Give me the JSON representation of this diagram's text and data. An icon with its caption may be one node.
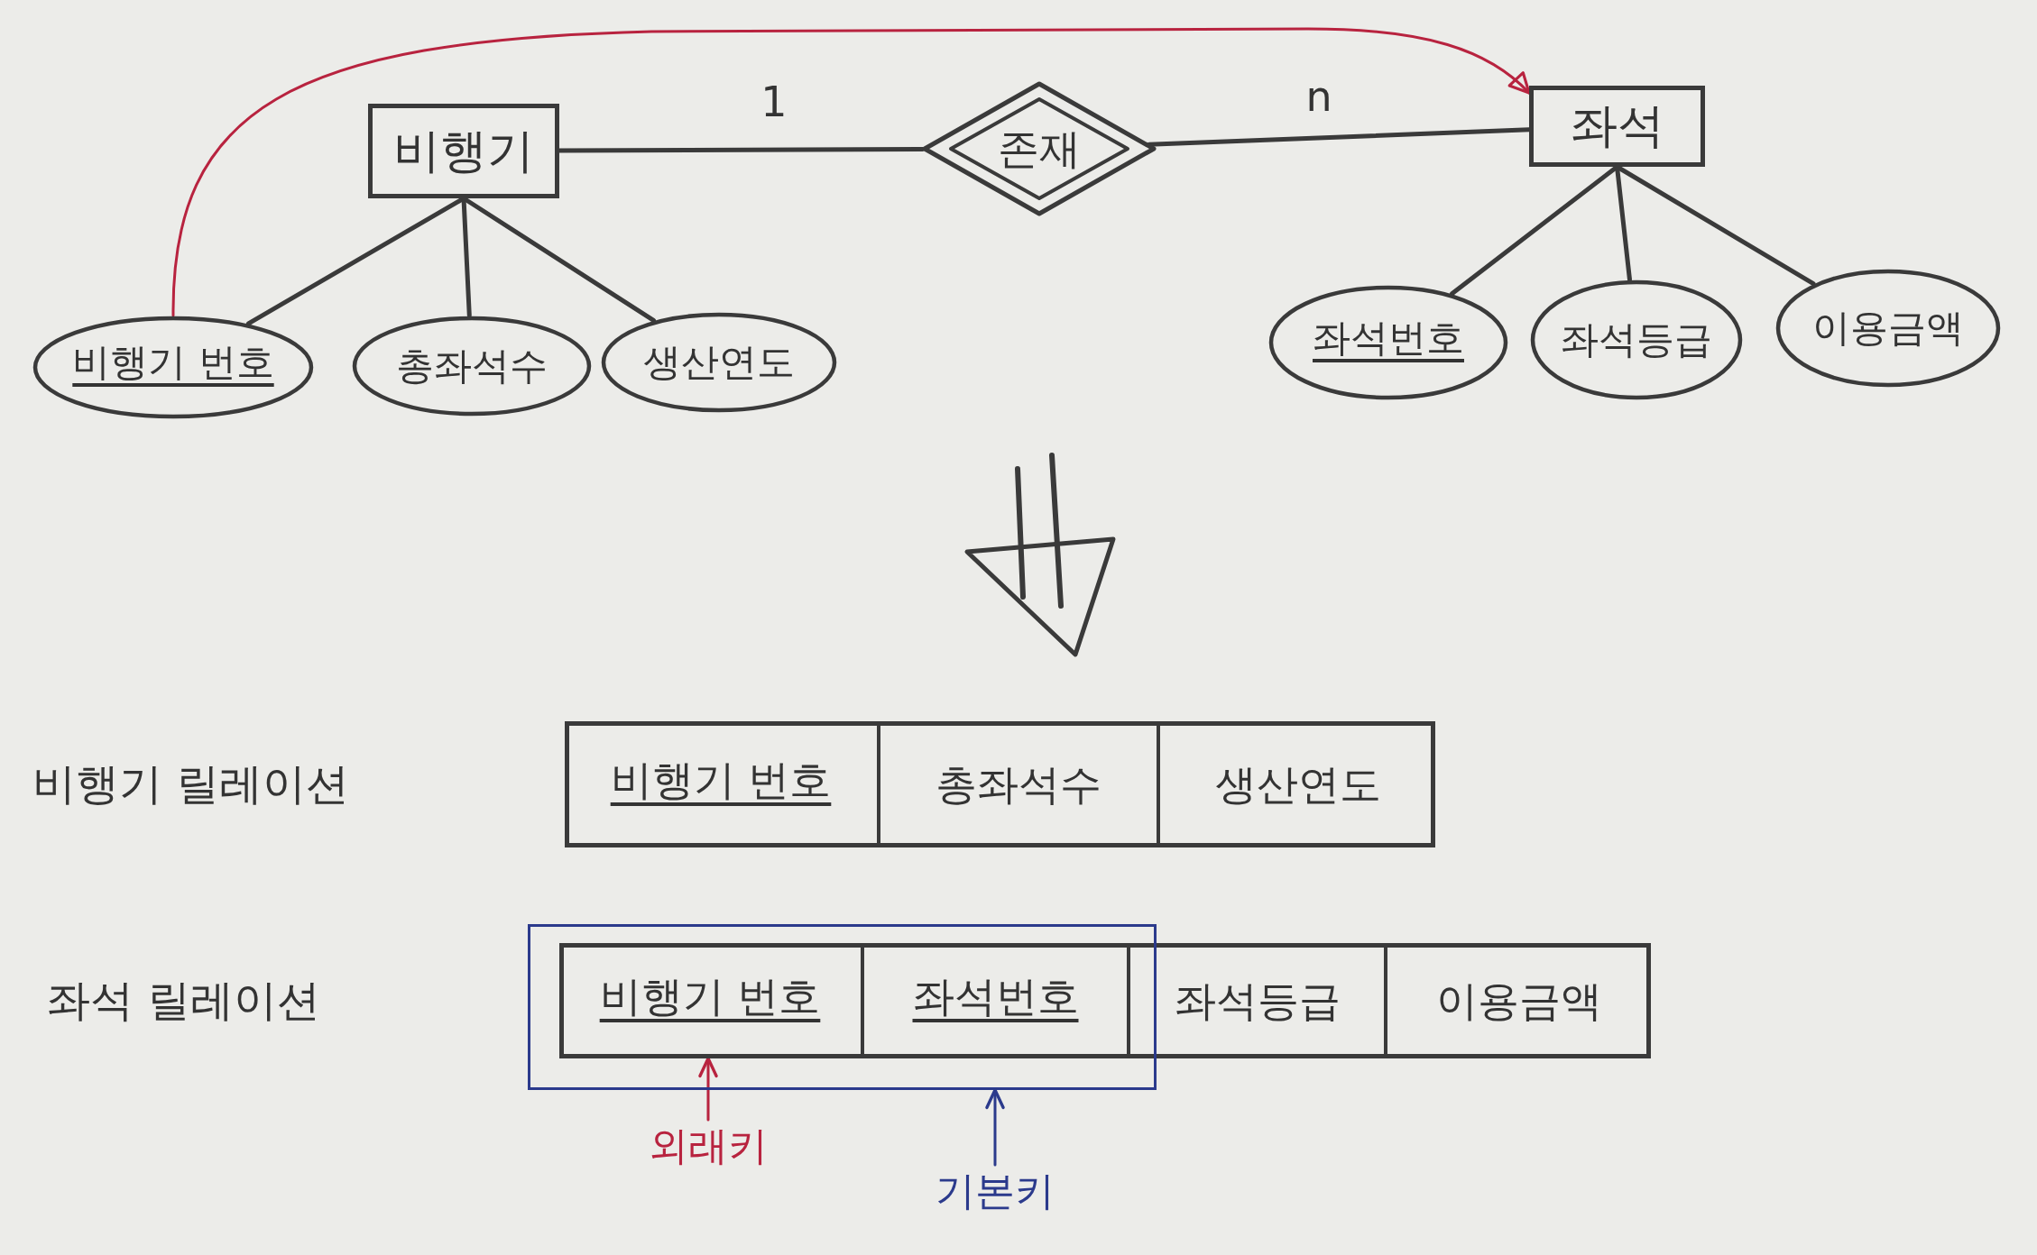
{
  "diagram": {
    "nodes": [
      {
        "text": [
          "비행기"
        ]
      },
      {
        "text": [
          "존재"
        ]
      },
      {
        "text": [
          "좌석"
        ]
      },
      {
        "text": [
          "비행기 번호"
        ]
      },
      {
        "text": [
          "총좌석수"
        ]
      },
      {
        "text": [
          "생산연도"
        ]
      },
      {
        "text": [
          "좌석번호"
        ]
      },
      {
        "text": [
          "좌석등급"
        ]
      },
      {
        "text": [
          "이용금액"
        ]
      },
      {
        "text": [],
        "shape": "box"
      },
      {
        "text": [
          "비행기 번호"
        ],
        "in": 9
      },
      {
        "text": [
          "총좌석수"
        ],
        "in": 9
      },
      {
        "text": [
          "생산연도"
        ],
        "in": 9
      },
      {
        "text": [],
        "shape": "box"
      },
      {
        "text": [
          "비행기 번호"
        ]
      },
      {
        "text": [
          "좌석번호"
        ]
      },
      {
        "text": [
          "좌석등급"
        ],
        "in": 13
      },
      {
        "text": [
          "이용금액"
        ],
        "in": 13
      },
      {
        "text": [],
        "shape": "box"
      },
      {
        "text": [
          "외래키"
        ]
      },
      {
        "text": [
          "기본키"
        ]
      }
    ],
    "edges": [
      {
        "from": 0,
        "to": 1,
        "arrow": "none",
        "label": "1"
      },
      {
        "from": 1,
        "to": 2,
        "arrow": "none",
        "label": "n"
      },
      {
        "from": 0,
        "to": 3,
        "arrow": "none"
      },
      {
        "from": 0,
        "to": 4,
        "arrow": "none"
      },
      {
        "from": 0,
        "to": 5,
        "arrow": "none"
      },
      {
        "from": 2,
        "to": 6,
        "arrow": "none"
      },
      {
        "from": 2,
        "to": 7,
        "arrow": "none"
      },
      {
        "from": 2,
        "to": 8,
        "arrow": "none"
      },
      {
        "from": 3,
        "to": 2,
        "arrow": "to",
        "color": "#b8233f"
      },
      {
        "from": 19,
        "to": 14,
        "arrow": "to",
        "color": "#b8233f"
      },
      {
        "from": 20,
        "to": 18,
        "arrow": "to",
        "color": "#2b3a8c"
      }
    ],
    "labels": [
      "비행기 릴레이션",
      "좌석 릴레이션"
    ]
  }
}
